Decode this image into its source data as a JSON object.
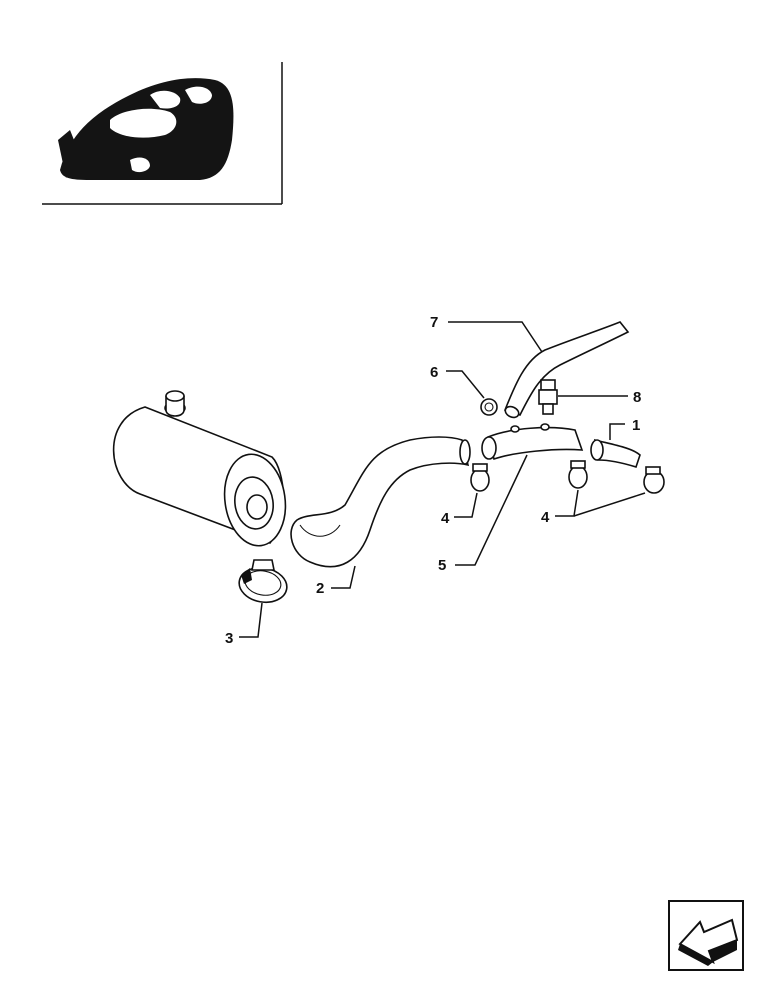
{
  "callouts": [
    {
      "id": "1",
      "label": "1"
    },
    {
      "id": "2",
      "label": "2"
    },
    {
      "id": "3",
      "label": "3"
    },
    {
      "id": "4a",
      "label": "4"
    },
    {
      "id": "4b",
      "label": "4"
    },
    {
      "id": "5",
      "label": "5"
    },
    {
      "id": "6",
      "label": "6"
    },
    {
      "id": "7",
      "label": "7"
    },
    {
      "id": "8",
      "label": "8"
    }
  ],
  "icons": {
    "thumbnail": "engine-location-thumbnail",
    "nav": "arrow-back-icon"
  },
  "colors": {
    "ink": "#111111",
    "paper": "#ffffff"
  }
}
